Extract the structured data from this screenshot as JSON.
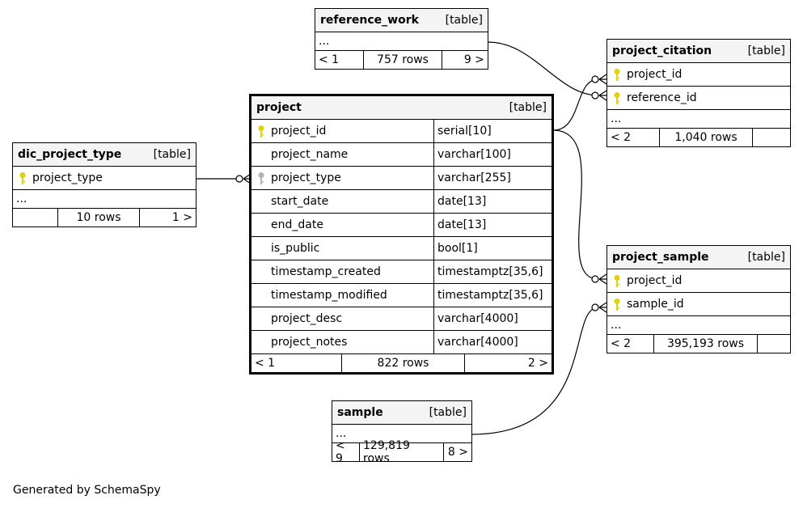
{
  "footer_text": "Generated by SchemaSpy",
  "tables": {
    "reference_work": {
      "name": "reference_work",
      "kind": "[table]",
      "ellipsis": "...",
      "prev": "< 1",
      "rows": "757 rows",
      "next": "9 >"
    },
    "project_citation": {
      "name": "project_citation",
      "kind": "[table]",
      "columns": [
        {
          "name": "project_id"
        },
        {
          "name": "reference_id"
        }
      ],
      "ellipsis": "...",
      "prev": "< 2",
      "rows": "1,040 rows",
      "next": ""
    },
    "project": {
      "name": "project",
      "kind": "[table]",
      "columns": [
        {
          "name": "project_id",
          "type": "serial[10]"
        },
        {
          "name": "project_name",
          "type": "varchar[100]"
        },
        {
          "name": "project_type",
          "type": "varchar[255]"
        },
        {
          "name": "start_date",
          "type": "date[13]"
        },
        {
          "name": "end_date",
          "type": "date[13]"
        },
        {
          "name": "is_public",
          "type": "bool[1]"
        },
        {
          "name": "timestamp_created",
          "type": "timestamptz[35,6]"
        },
        {
          "name": "timestamp_modified",
          "type": "timestamptz[35,6]"
        },
        {
          "name": "project_desc",
          "type": "varchar[4000]"
        },
        {
          "name": "project_notes",
          "type": "varchar[4000]"
        }
      ],
      "prev": "< 1",
      "rows": "822 rows",
      "next": "2 >"
    },
    "dic_project_type": {
      "name": "dic_project_type",
      "kind": "[table]",
      "columns": [
        {
          "name": "project_type"
        }
      ],
      "ellipsis": "...",
      "prev": "",
      "rows": "10 rows",
      "next": "1 >"
    },
    "project_sample": {
      "name": "project_sample",
      "kind": "[table]",
      "columns": [
        {
          "name": "project_id"
        },
        {
          "name": "sample_id"
        }
      ],
      "ellipsis": "...",
      "prev": "< 2",
      "rows": "395,193 rows",
      "next": ""
    },
    "sample": {
      "name": "sample",
      "kind": "[table]",
      "ellipsis": "...",
      "prev": "< 9",
      "rows": "129,819 rows",
      "next": "8 >"
    }
  },
  "colors": {
    "primary_key": "#e6d200",
    "foreign_key": "#b4b4b4",
    "header_bg": "#f4f4f4"
  }
}
